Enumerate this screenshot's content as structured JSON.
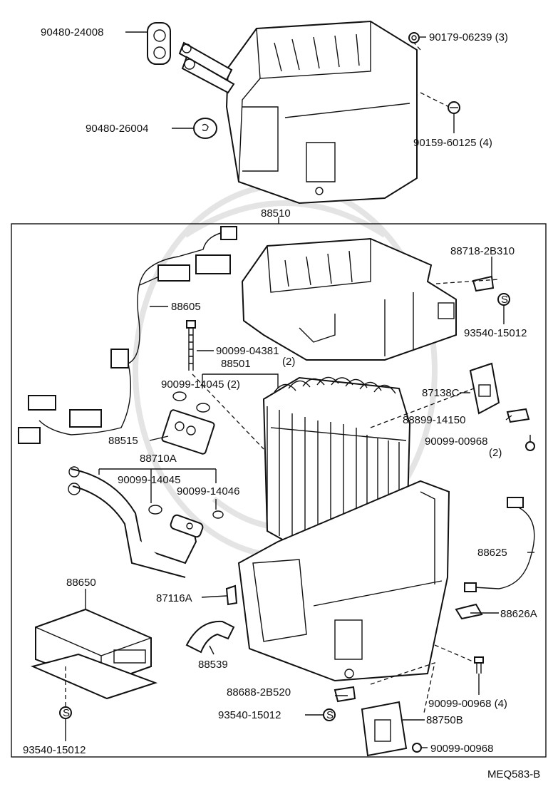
{
  "callouts": {
    "c_90480_24008": "90480-24008",
    "c_90179_06239": "90179-06239 (3)",
    "c_90480_26004": "90480-26004",
    "c_90159_60125": "90159-60125 (4)",
    "c_88510": "88510",
    "c_88718_2b310": "88718-2B310",
    "c_88605": "88605",
    "c_93540_15012_top": "93540-15012",
    "c_90099_04381": "90099-04381",
    "c_90099_04381_qty": "(2)",
    "c_88501": "88501",
    "c_90099_14045_2": "90099-14045 (2)",
    "c_87138c": "87138C",
    "c_88899_14150": "88899-14150",
    "c_88515": "88515",
    "c_90099_00968_a": "90099-00968",
    "c_90099_00968_a_qty": "(2)",
    "c_88710a": "88710A",
    "c_90099_14045": "90099-14045",
    "c_90099_14046": "90099-14046",
    "c_88625": "88625",
    "c_88650": "88650",
    "c_87116a": "87116A",
    "c_88626a": "88626A",
    "c_88539": "88539",
    "c_90099_00968_b": "90099-00968 (4)",
    "c_88688_2b520": "88688-2B520",
    "c_93540_15012_mid": "93540-15012",
    "c_88750b": "88750B",
    "c_93540_15012_bottom": "93540-15012",
    "c_90099_00968_c": "90099-00968",
    "c_s_mark": "S",
    "ref_code": "MEQ583-B"
  }
}
